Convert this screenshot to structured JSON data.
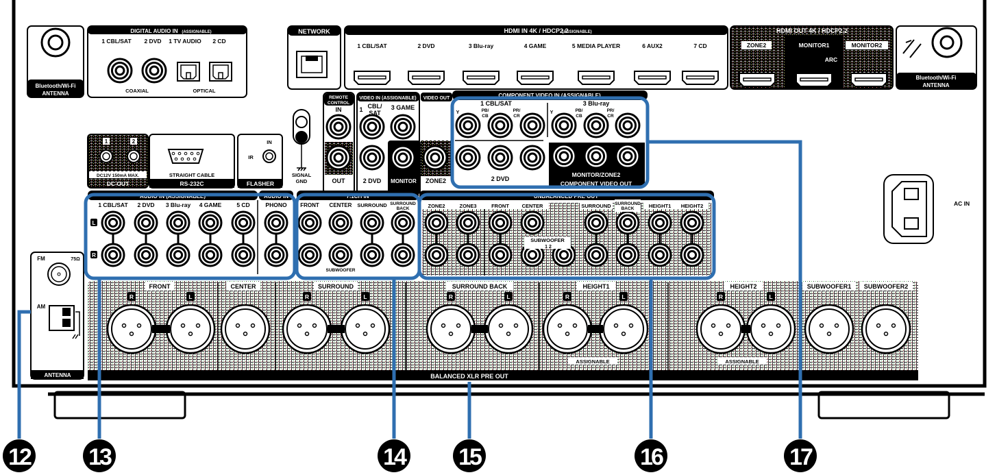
{
  "colors": {
    "callout_blue": "#2f6fb0",
    "panel_black": "#000000",
    "texture_green": "#6c6",
    "texture_red": "#d66"
  },
  "bt_left": {
    "line1": "Bluetooth/Wi-Fi",
    "line2": "ANTENNA"
  },
  "bt_right": {
    "line1": "Bluetooth/Wi-Fi",
    "line2": "ANTENNA"
  },
  "digital_audio": {
    "header": "DIGITAL AUDIO IN",
    "header_note": "(ASSIGNABLE)",
    "inputs": [
      "1 CBL/SAT",
      "2 DVD",
      "1 TV AUDIO",
      "2 CD"
    ],
    "coaxial": "COAXIAL",
    "optical": "OPTICAL"
  },
  "network": {
    "header": "NETWORK"
  },
  "hdmi_in": {
    "header": "HDMI IN   4K / HDCP2.2",
    "header_note": "(ASSIGNABLE)",
    "inputs": [
      "1 CBL/SAT",
      "2 DVD",
      "3 Blu-ray",
      "4 GAME",
      "5 MEDIA PLAYER",
      "6 AUX2",
      "7 CD"
    ]
  },
  "hdmi_out": {
    "header": "HDMI OUT   4K / HDCP2.2",
    "outputs": [
      "ZONE2",
      "MONITOR1",
      "MONITOR2"
    ],
    "arc": "ARC"
  },
  "remote": {
    "header1": "REMOTE",
    "header2": "CONTROL",
    "in": "IN",
    "out": "OUT"
  },
  "video_in": {
    "header": "VIDEO IN (ASSIGNABLE)",
    "cbl1": "1",
    "cbl2": "CBL/",
    "cbl3": "SAT",
    "game": "3 GAME",
    "dvd": "2 DVD"
  },
  "video_out": {
    "header": "VIDEO OUT",
    "monitor": "MONITOR",
    "zone2": "ZONE2"
  },
  "component": {
    "header": "COMPONENT VIDEO IN (ASSIGNABLE)",
    "cbl": "1 CBL/SAT",
    "bluray": "3 Blu-ray",
    "y": "Y",
    "pb": "PB/",
    "cb": "CB",
    "pr": "PR/",
    "cr": "CR",
    "dvd": "2 DVD",
    "monitor_zone2": "MONITOR/ZONE2",
    "out_header": "COMPONENT VIDEO OUT"
  },
  "signal_gnd": {
    "line1": "SIGNAL",
    "line2": "GND"
  },
  "dc_out": {
    "jacks": [
      "1",
      "2"
    ],
    "spec": "DC12V 150mA MAX.",
    "header": "DC OUT"
  },
  "rs232c": {
    "note": "STRAIGHT CABLE",
    "header": "RS-232C"
  },
  "flasher": {
    "in": "IN",
    "ir": "IR",
    "header": "FLASHER"
  },
  "audio_in": {
    "header": "AUDIO IN (ASSIGNABLE)",
    "phono_header": "AUDIO IN",
    "inputs": [
      "1 CBL/SAT",
      "2 DVD",
      "3 Blu-ray",
      "4 GAME",
      "5 CD",
      "PHONO"
    ],
    "l": "L",
    "r": "R"
  },
  "ch71_in": {
    "header": "7.1CH IN",
    "channels": [
      "FRONT",
      "CENTER",
      "SURROUND",
      "SURROUND",
      "BACK"
    ],
    "subwoofer": "SUBWOOFER"
  },
  "unbalanced": {
    "header": "UNBALANCED PRE OUT",
    "channels": [
      "ZONE2",
      "ZONE3",
      "FRONT",
      "CENTER",
      "SURROUND",
      "SURROUND",
      "BACK",
      "HEIGHT1",
      "HEIGHT2"
    ],
    "subwoofer": "SUBWOOFER",
    "sub_nums": "1  2"
  },
  "antenna": {
    "fm": "FM",
    "ohm": "75Ω",
    "am": "AM",
    "header": "ANTENNA"
  },
  "xlr": {
    "groups": [
      "FRONT",
      "CENTER",
      "SURROUND",
      "SURROUND BACK",
      "HEIGHT1",
      "HEIGHT2",
      "SUBWOOFER1",
      "SUBWOOFER2"
    ],
    "r": "R",
    "l": "L",
    "assignable": "ASSIGNABLE",
    "footer": "BALANCED XLR PRE OUT"
  },
  "ac_in": {
    "label": "AC IN"
  },
  "callouts": [
    "12",
    "13",
    "14",
    "15",
    "16",
    "17"
  ]
}
